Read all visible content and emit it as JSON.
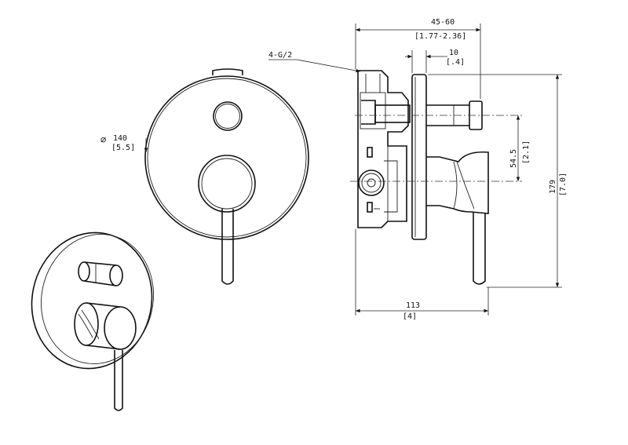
{
  "dimensions": {
    "connection": "4-G/2",
    "diameter": "140",
    "diameter_in": "[5.5]",
    "depth_range": "45-60",
    "depth_range_in": "[1.77-2.36]",
    "plate_offset": "10",
    "plate_offset_in": "[.4]",
    "center_spacing": "54.5",
    "center_spacing_in": "[2.1]",
    "height": "179",
    "height_in": "[7.0]",
    "projection": "113",
    "projection_in": "[4]"
  }
}
